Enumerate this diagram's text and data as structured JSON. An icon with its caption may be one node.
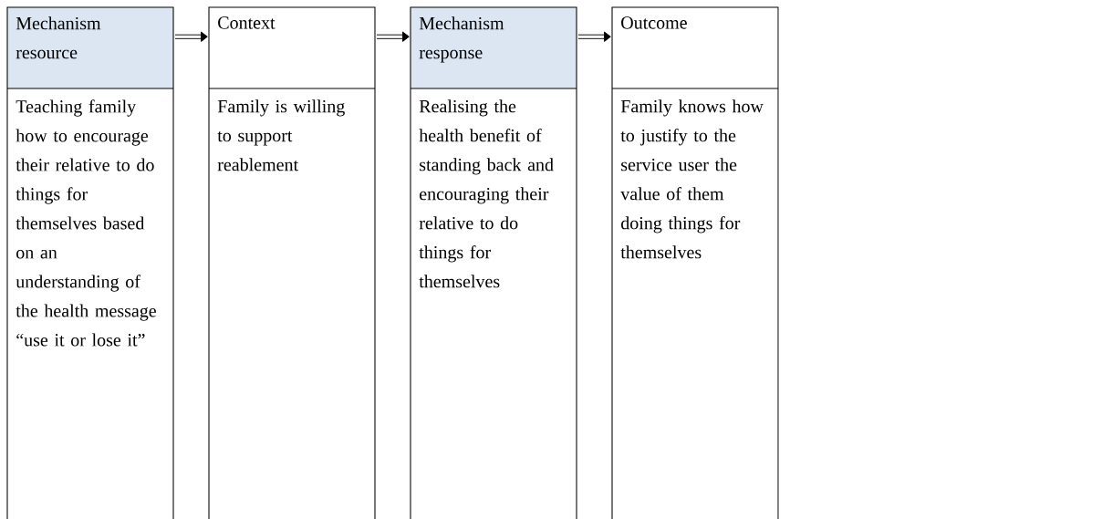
{
  "diagram": {
    "nodes": [
      {
        "text": [
          "Mechanism resource",
          "Teaching family how to encourage their relative to do things for themselves based on an understanding of the health message “use it or lose it”"
        ]
      },
      {
        "text": [
          "Context",
          "Family is willing to support reablement"
        ]
      },
      {
        "text": [
          "Mechanism response",
          "Realising the health benefit of standing back and encouraging their relative to do things for themselves"
        ]
      },
      {
        "text": [
          "Outcome",
          "Family knows how to justify to the service user the value of them doing things for themselves"
        ]
      }
    ],
    "edges": [
      {
        "from": 0,
        "to": 1,
        "arrow": "to"
      },
      {
        "from": 1,
        "to": 2,
        "arrow": "to"
      },
      {
        "from": 2,
        "to": 3,
        "arrow": "to"
      }
    ]
  }
}
